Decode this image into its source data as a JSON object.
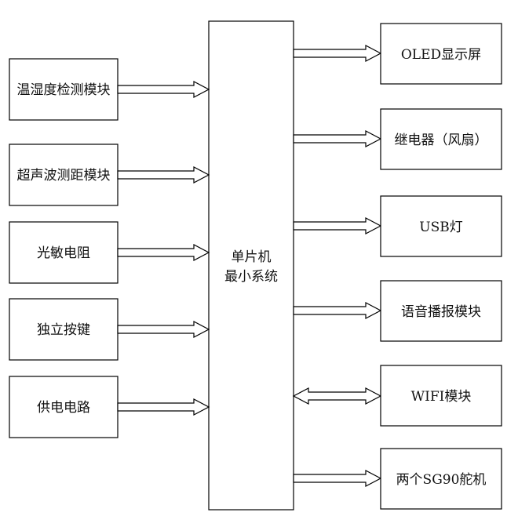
{
  "diagram": {
    "center": {
      "lines": [
        "单片机",
        "最小系统"
      ]
    },
    "inputs": [
      {
        "label": "温湿度检测模块"
      },
      {
        "label": "超声波测距模块"
      },
      {
        "label": "光敏电阻"
      },
      {
        "label": "独立按键"
      },
      {
        "label": "供电电路"
      }
    ],
    "outputs": [
      {
        "label": "OLED显示屏",
        "direction": "out"
      },
      {
        "label": "继电器（风扇）",
        "direction": "out"
      },
      {
        "label": "USB灯",
        "direction": "out"
      },
      {
        "label": "语音播报模块",
        "direction": "out"
      },
      {
        "label": "WIFI模块",
        "direction": "both"
      },
      {
        "label": "两个SG90舵机",
        "direction": "out"
      }
    ]
  }
}
